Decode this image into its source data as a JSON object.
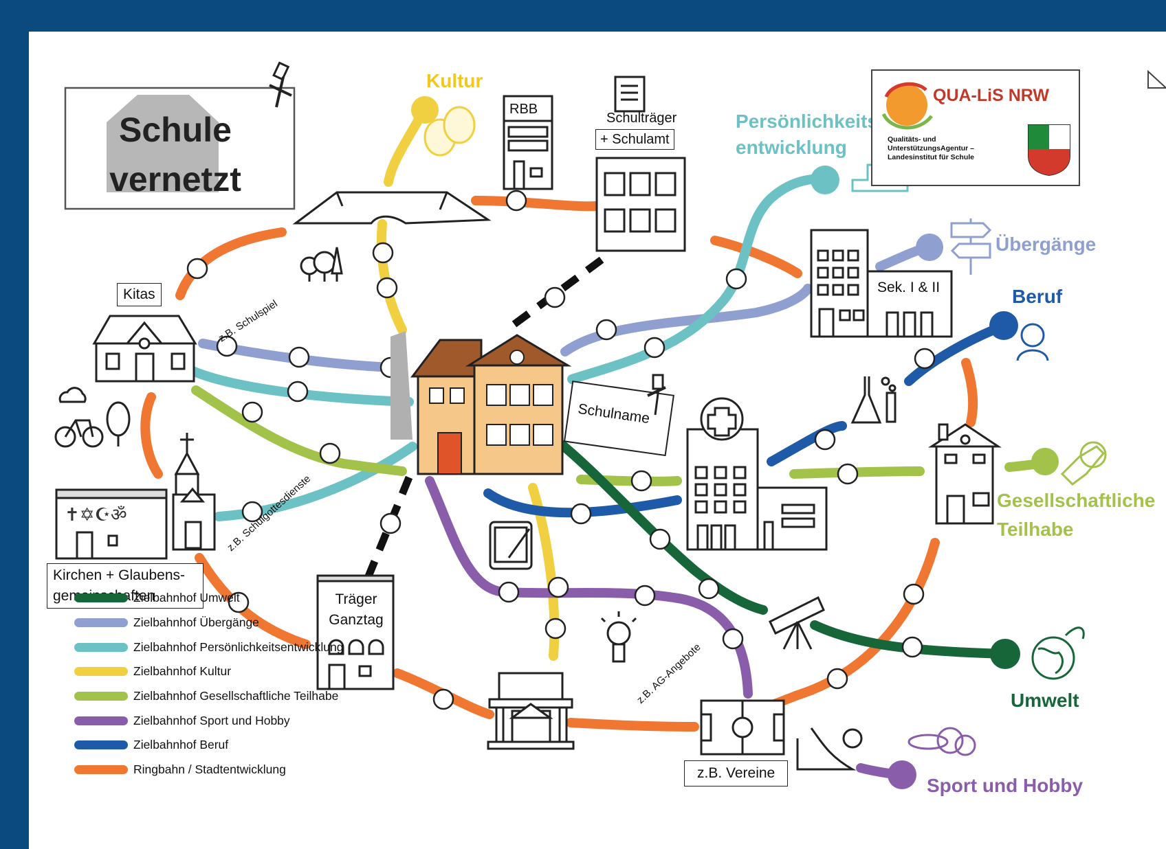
{
  "colors": {
    "frame": "#0b4a7e",
    "umwelt": "#17663a",
    "uebergaenge": "#8f9fd0",
    "persoenlichkeit": "#6bc1c3",
    "kultur": "#f0d040",
    "teilhabe": "#a3c24a",
    "sport": "#8a5dab",
    "beruf": "#1e5aa8",
    "ringbahn": "#ef7732",
    "schulamt": "#111111"
  },
  "title": {
    "line1": "Schule",
    "line2": "vernetzt"
  },
  "logo": {
    "name": "QUA-LiS NRW",
    "subtitle": "Qualitäts- und UnterstützungsAgentur – Landesinstitut für Schule"
  },
  "destinations": {
    "kultur": "Kultur",
    "persoenlichkeit_line1": "Persönlichkeits-",
    "persoenlichkeit_line2": "entwicklung",
    "uebergaenge": "Übergänge",
    "beruf": "Beruf",
    "teilhabe_line1": "Gesellschaftliche",
    "teilhabe_line2": "Teilhabe",
    "umwelt": "Umwelt",
    "sport": "Sport und Hobby"
  },
  "stations": {
    "rbb": "RBB",
    "schultraeger_line1": "Schulträger",
    "schultraeger_line2": "+ Schulamt",
    "kitas": "Kitas",
    "sek": "Sek. I & II",
    "schulname": "Schulname",
    "kirchen_line1": "Kirchen + Glaubens-",
    "kirchen_line2": "gemeinschaften",
    "traeger_line1": "Träger",
    "traeger_line2": "Ganztag",
    "vereine": "z.B. Vereine"
  },
  "route_labels": {
    "schulspiel": "z.B. Schulspiel",
    "schulgottesdienste": "z.B. Schulgottesdienste",
    "ag_angebote": "z.B. AG-Angebote"
  },
  "legend": [
    {
      "label": "Zielbahnhof Umwelt",
      "color": "#17663a"
    },
    {
      "label": "Zielbahnhof Übergänge",
      "color": "#8f9fd0"
    },
    {
      "label": "Zielbahnhof Persönlichkeitsentwicklung",
      "color": "#6bc1c3"
    },
    {
      "label": "Zielbahnhof Kultur",
      "color": "#f0d040"
    },
    {
      "label": "Zielbahnhof Gesellschaftliche Teilhabe",
      "color": "#a3c24a"
    },
    {
      "label": "Zielbahnhof Sport und Hobby",
      "color": "#8a5dab"
    },
    {
      "label": "Zielbahnhof Beruf",
      "color": "#1e5aa8"
    },
    {
      "label": "Ringbahn / Stadtentwicklung",
      "color": "#ef7732"
    }
  ]
}
